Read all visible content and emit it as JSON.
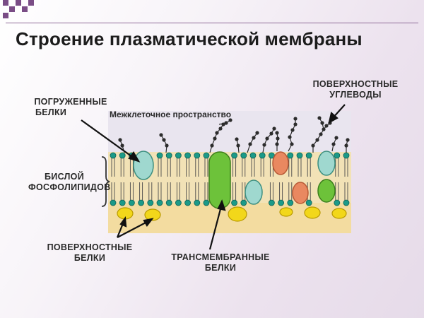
{
  "title": "Строение плазматической мембраны",
  "labels": {
    "submerged_proteins_1": "ПОГРУЖЕННЫЕ",
    "submerged_proteins_2": "БЕЛКИ",
    "intercellular_space": "Межклеточное пространство",
    "surface_carbs_1": "ПОВЕРХНОСТНЫЕ",
    "surface_carbs_2": "УГЛЕВОДЫ",
    "bilayer_1": "БИСЛОЙ",
    "bilayer_2": "ФОСФОЛИПИДОВ",
    "surface_proteins_1": "ПОВЕРХНОСТНЫЕ",
    "surface_proteins_2": "БЕЛКИ",
    "transmembrane_1": "ТРАНСМЕМБРАННЫЕ",
    "transmembrane_2": "БЕЛКИ"
  },
  "colors": {
    "accent": "#7a4d86",
    "membrane_interior": "#f2e2b6",
    "inner_layer": "#f3dca0",
    "lipid_head": "#1b9a88",
    "surface_protein": "#f2d71a",
    "transmembrane_protein": "#6dc23a",
    "submerged_protein": "#9fd8cf",
    "orange_protein": "#e98860",
    "carbohydrate": "#2c2c2c"
  }
}
